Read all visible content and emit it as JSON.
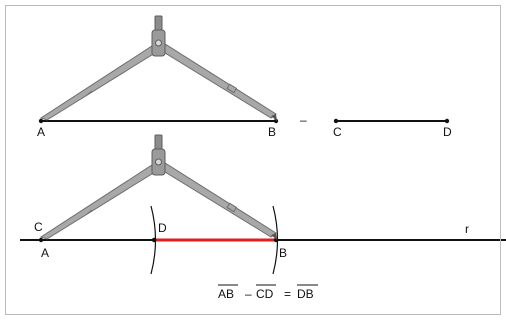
{
  "colors": {
    "line": "#111111",
    "highlight": "#e01e1e",
    "compass": "#a8a8a8",
    "compass_dark": "#6f6f6f"
  },
  "top": {
    "segment_ab": {
      "start_label": "A",
      "end_label": "B"
    },
    "minus_sign": "–",
    "segment_cd": {
      "start_label": "C",
      "end_label": "D"
    }
  },
  "bottom": {
    "labels": {
      "c": "C",
      "a": "A",
      "d": "D",
      "b": "B",
      "r": "r"
    },
    "formula": {
      "ab": "AB",
      "minus": "–",
      "cd": "CD",
      "equals": "=",
      "db": "DB"
    }
  },
  "icons": [
    "compass-icon",
    "compass-icon"
  ]
}
